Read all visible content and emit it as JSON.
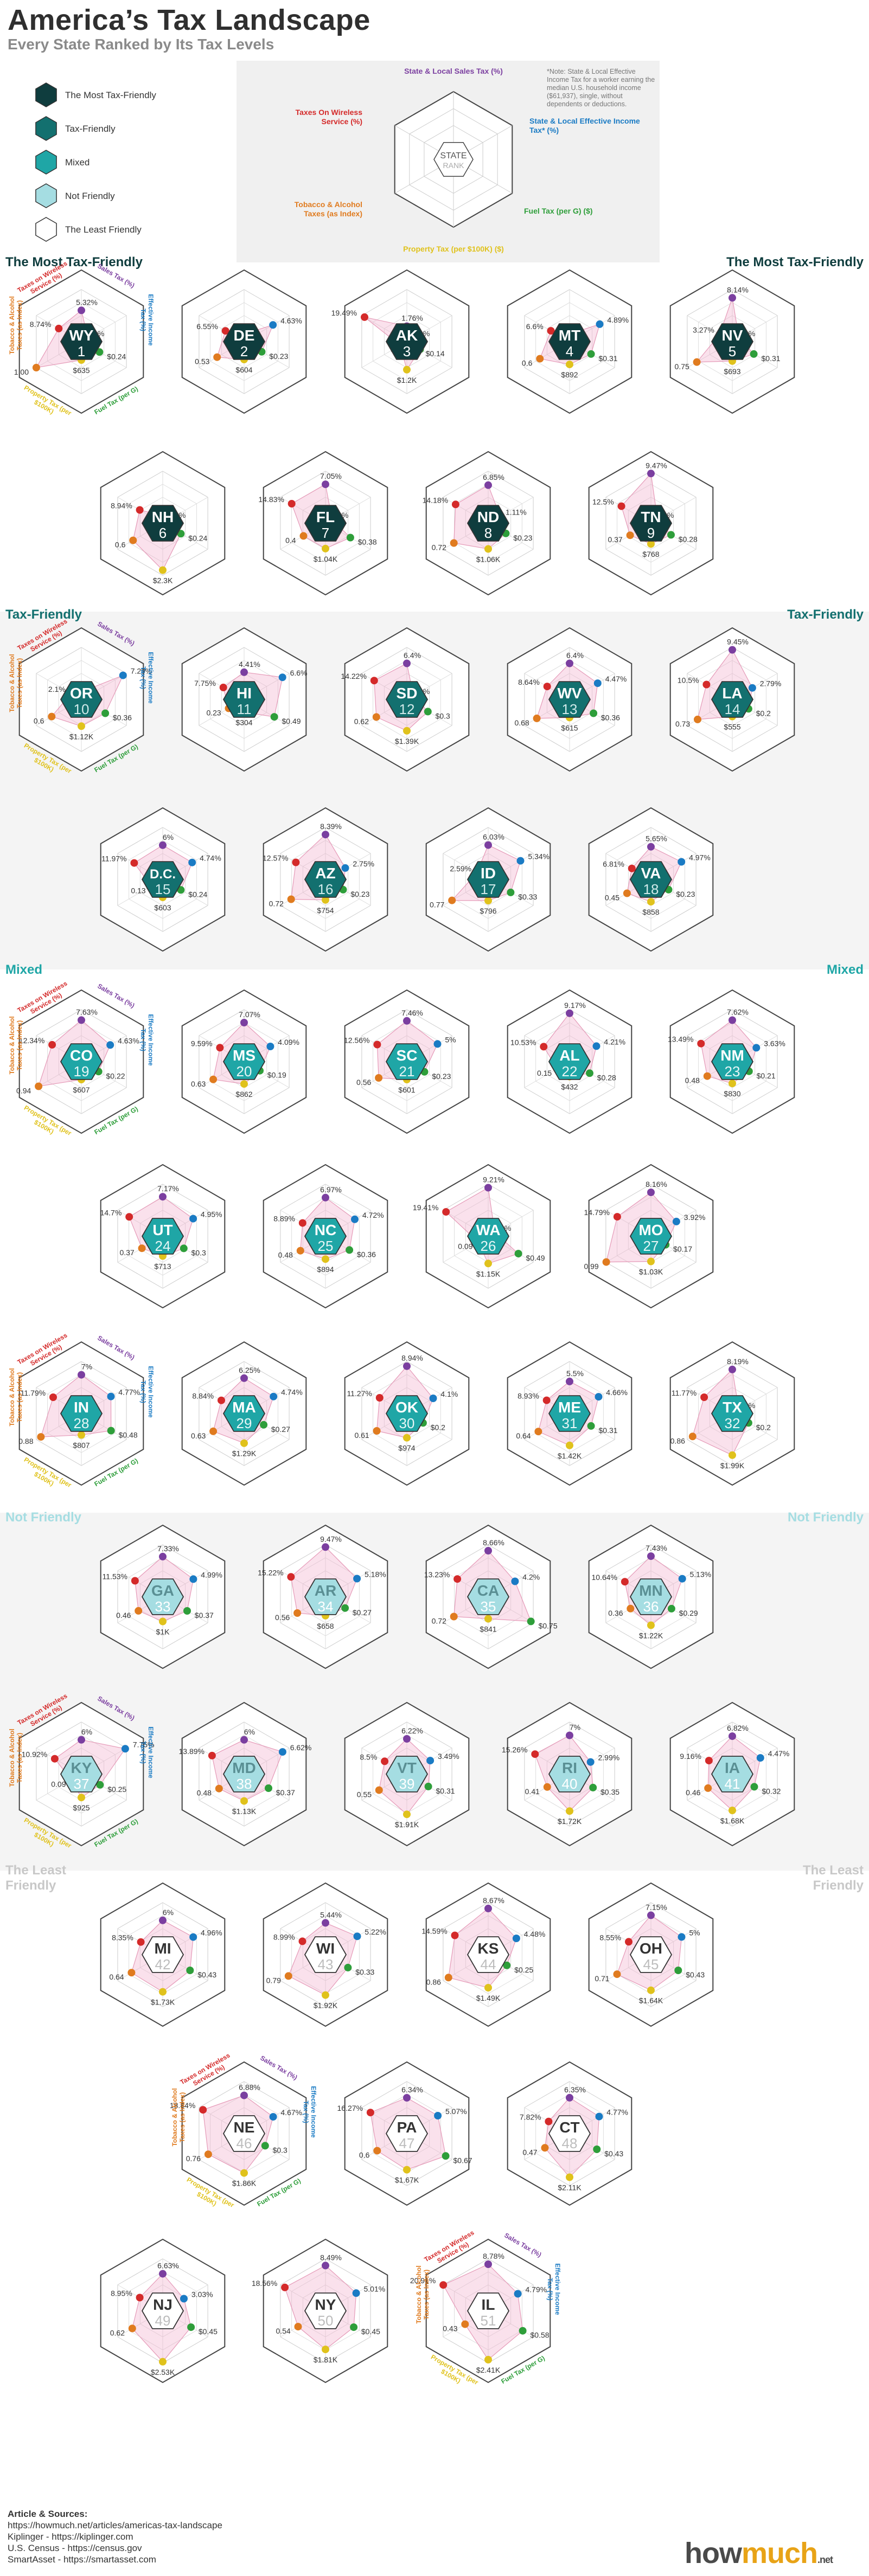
{
  "title": "America’s Tax Landscape",
  "subtitle": "Every State Ranked by Its Tax Levels",
  "legend": [
    {
      "label": "The Most Tax-Friendly",
      "color": "#0f3d3e"
    },
    {
      "label": "Tax-Friendly",
      "color": "#13706f"
    },
    {
      "label": "Mixed",
      "color": "#1fa6a6"
    },
    {
      "label": "Not Friendly",
      "color": "#a5dde2"
    },
    {
      "label": "The Least Friendly",
      "color": "#ffffff"
    }
  ],
  "key": {
    "center_line1": "STATE",
    "center_line2": "RANK",
    "axes": [
      "State & Local Sales Tax (%)",
      "State & Local Effective Income Tax* (%)",
      "Fuel Tax (per G) ($)",
      "Property Tax (per $100K) ($)",
      "Tobacco & Alcohol Taxes (as Index)",
      "Taxes On Wireless Service (%)"
    ],
    "note": "*Note: State & Local Effective Income Tax for a worker earning the median U.S. household income ($61,937), single, without dependents or deductions."
  },
  "axis_colors": [
    "#7b3fa0",
    "#1a7bc4",
    "#2e9e3a",
    "#e0c21c",
    "#e07b1f",
    "#d42a2a"
  ],
  "mini_axes": [
    "Sales Tax (%)",
    "Effective Income Tax (%)",
    "Fuel Tax (per G)",
    "Property Tax (per $100K)",
    "Tobacco & Alcohol Taxes (as Index)",
    "Taxes on Wireless Service (%)"
  ],
  "sections": {
    "most": "The Most Tax-Friendly",
    "tax": "Tax-Friendly",
    "mixed": "Mixed",
    "not": "Not Friendly",
    "least": "The Least Friendly"
  },
  "sources": {
    "heading": "Article & Sources:",
    "lines": [
      "https://howmuch.net/articles/americas-tax-landscape",
      "Kiplinger - https://kiplinger.com",
      "U.S. Census - https://census.gov",
      "SmartAsset - https://smartasset.com"
    ]
  },
  "logo": {
    "text1": "how",
    "text2": "much",
    "net": ".net"
  },
  "chart_data": {
    "type": "radar",
    "axes": [
      "Sales Tax (%)",
      "Effective Income Tax (%)",
      "Fuel Tax (per G)",
      "Property Tax (per $100K)",
      "Tobacco & Alcohol Taxes (as Index)",
      "Taxes on Wireless Service (%)"
    ],
    "states": [
      {
        "abbr": "WY",
        "rank": "1",
        "tier": "most",
        "labels": [
          "5.32%",
          "0%",
          "$0.24",
          "$635",
          "1.00",
          "8.74%"
        ],
        "values": [
          5.32,
          0,
          0.24,
          635,
          1.0,
          8.74
        ]
      },
      {
        "abbr": "DE",
        "rank": "2",
        "tier": "most",
        "labels": [
          "0%",
          "4.63%",
          "$0.23",
          "$604",
          "0.53",
          "6.55%"
        ],
        "values": [
          0,
          4.63,
          0.23,
          604,
          0.53,
          6.55
        ]
      },
      {
        "abbr": "AK",
        "rank": "3",
        "tier": "most",
        "labels": [
          "1.76%",
          "0%",
          "$0.14",
          "$1.2K",
          "0",
          "19.49%"
        ],
        "values": [
          1.76,
          0,
          0.14,
          1200,
          0,
          19.49
        ]
      },
      {
        "abbr": "MT",
        "rank": "4",
        "tier": "most",
        "labels": [
          "0%",
          "4.89%",
          "$0.31",
          "$892",
          "0.6",
          "6.6%"
        ],
        "values": [
          0,
          4.89,
          0.31,
          892,
          0.6,
          6.6
        ]
      },
      {
        "abbr": "NV",
        "rank": "5",
        "tier": "most",
        "labels": [
          "8.14%",
          "0%",
          "$0.31",
          "$693",
          "0.75",
          "3.27%"
        ],
        "values": [
          8.14,
          0,
          0.31,
          693,
          0.75,
          3.27
        ]
      },
      {
        "abbr": "NH",
        "rank": "6",
        "tier": "most",
        "labels": [
          "0%",
          "0%",
          "$0.24",
          "$2.3K",
          "0.6",
          "8.94%"
        ],
        "values": [
          0,
          0,
          0.24,
          2300,
          0.6,
          8.94
        ]
      },
      {
        "abbr": "FL",
        "rank": "7",
        "tier": "most",
        "labels": [
          "7.05%",
          "0%",
          "$0.38",
          "$1.04K",
          "0.4",
          "14.83%"
        ],
        "values": [
          7.05,
          0,
          0.38,
          1040,
          0.4,
          14.83
        ]
      },
      {
        "abbr": "ND",
        "rank": "8",
        "tier": "most",
        "labels": [
          "6.85%",
          "1.11%",
          "$0.23",
          "$1.06K",
          "0.72",
          "14.18%"
        ],
        "values": [
          6.85,
          1.11,
          0.23,
          1060,
          0.72,
          14.18
        ]
      },
      {
        "abbr": "TN",
        "rank": "9",
        "tier": "most",
        "labels": [
          "9.47%",
          "0%",
          "$0.28",
          "$768",
          "0.37",
          "12.5%"
        ],
        "values": [
          9.47,
          0,
          0.28,
          768,
          0.37,
          12.5
        ]
      },
      {
        "abbr": "OR",
        "rank": "10",
        "tier": "tax",
        "labels": [
          "0%",
          "7.29%",
          "$0.36",
          "$1.12K",
          "0.6",
          "2.1%"
        ],
        "values": [
          0,
          7.29,
          0.36,
          1120,
          0.6,
          2.1
        ]
      },
      {
        "abbr": "HI",
        "rank": "11",
        "tier": "tax",
        "labels": [
          "4.41%",
          "6.6%",
          "$0.49",
          "$304",
          "0.23",
          "7.75%"
        ],
        "values": [
          4.41,
          6.6,
          0.49,
          304,
          0.23,
          7.75
        ]
      },
      {
        "abbr": "SD",
        "rank": "12",
        "tier": "tax",
        "labels": [
          "6.4%",
          "0%",
          "$0.3",
          "$1.39K",
          "0.62",
          "14.22%"
        ],
        "values": [
          6.4,
          0,
          0.3,
          1390,
          0.62,
          14.22
        ]
      },
      {
        "abbr": "WV",
        "rank": "13",
        "tier": "tax",
        "labels": [
          "6.4%",
          "4.47%",
          "$0.36",
          "$615",
          "0.68",
          "8.64%"
        ],
        "values": [
          6.4,
          4.47,
          0.36,
          615,
          0.68,
          8.64
        ]
      },
      {
        "abbr": "LA",
        "rank": "14",
        "tier": "tax",
        "labels": [
          "9.45%",
          "2.79%",
          "$0.2",
          "$555",
          "0.73",
          "10.5%"
        ],
        "values": [
          9.45,
          2.79,
          0.2,
          555,
          0.73,
          10.5
        ]
      },
      {
        "abbr": "D.C.",
        "rank": "15",
        "tier": "tax",
        "labels": [
          "6%",
          "4.74%",
          "$0.24",
          "$603",
          "0.13",
          "11.97%"
        ],
        "values": [
          6,
          4.74,
          0.24,
          603,
          0.13,
          11.97
        ]
      },
      {
        "abbr": "AZ",
        "rank": "16",
        "tier": "tax",
        "labels": [
          "8.39%",
          "2.75%",
          "$0.23",
          "$754",
          "0.72",
          "12.57%"
        ],
        "values": [
          8.39,
          2.75,
          0.23,
          754,
          0.72,
          12.57
        ]
      },
      {
        "abbr": "ID",
        "rank": "17",
        "tier": "tax",
        "labels": [
          "6.03%",
          "5.34%",
          "$0.33",
          "$796",
          "0.77",
          "2.59%"
        ],
        "values": [
          6.03,
          5.34,
          0.33,
          796,
          0.77,
          2.59
        ]
      },
      {
        "abbr": "VA",
        "rank": "18",
        "tier": "tax",
        "labels": [
          "5.65%",
          "4.97%",
          "$0.23",
          "$858",
          "0.45",
          "6.81%"
        ],
        "values": [
          5.65,
          4.97,
          0.23,
          858,
          0.45,
          6.81
        ]
      },
      {
        "abbr": "CO",
        "rank": "19",
        "tier": "mixed",
        "labels": [
          "7.63%",
          "4.63%",
          "$0.22",
          "$607",
          "0.94",
          "12.34%"
        ],
        "values": [
          7.63,
          4.63,
          0.22,
          607,
          0.94,
          12.34
        ]
      },
      {
        "abbr": "MS",
        "rank": "20",
        "tier": "mixed",
        "labels": [
          "7.07%",
          "4.09%",
          "$0.19",
          "$862",
          "0.63",
          "9.59%"
        ],
        "values": [
          7.07,
          4.09,
          0.19,
          862,
          0.63,
          9.59
        ]
      },
      {
        "abbr": "SC",
        "rank": "21",
        "tier": "mixed",
        "labels": [
          "7.46%",
          "5%",
          "$0.23",
          "$601",
          "0.56",
          "12.56%"
        ],
        "values": [
          7.46,
          5,
          0.23,
          601,
          0.56,
          12.56
        ]
      },
      {
        "abbr": "AL",
        "rank": "22",
        "tier": "mixed",
        "labels": [
          "9.17%",
          "4.21%",
          "$0.28",
          "$432",
          "0.15",
          "10.53%"
        ],
        "values": [
          9.17,
          4.21,
          0.28,
          432,
          0.15,
          10.53
        ]
      },
      {
        "abbr": "NM",
        "rank": "23",
        "tier": "mixed",
        "labels": [
          "7.62%",
          "3.63%",
          "$0.21",
          "$830",
          "0.48",
          "13.49%"
        ],
        "values": [
          7.62,
          3.63,
          0.21,
          830,
          0.48,
          13.49
        ]
      },
      {
        "abbr": "UT",
        "rank": "24",
        "tier": "mixed",
        "labels": [
          "7.17%",
          "4.95%",
          "$0.3",
          "$713",
          "0.37",
          "14.7%"
        ],
        "values": [
          7.17,
          4.95,
          0.3,
          713,
          0.37,
          14.7
        ]
      },
      {
        "abbr": "NC",
        "rank": "25",
        "tier": "mixed",
        "labels": [
          "6.97%",
          "4.72%",
          "$0.36",
          "$894",
          "0.48",
          "8.89%"
        ],
        "values": [
          6.97,
          4.72,
          0.36,
          894,
          0.48,
          8.89
        ]
      },
      {
        "abbr": "WA",
        "rank": "26",
        "tier": "mixed",
        "labels": [
          "9.21%",
          "0%",
          "$0.49",
          "$1.15K",
          "0.09",
          "19.41%"
        ],
        "values": [
          9.21,
          0,
          0.49,
          1150,
          0.09,
          19.41
        ]
      },
      {
        "abbr": "MO",
        "rank": "27",
        "tier": "mixed",
        "labels": [
          "8.16%",
          "3.92%",
          "$0.17",
          "$1.03K",
          "0.99",
          "14.79%"
        ],
        "values": [
          8.16,
          3.92,
          0.17,
          1030,
          0.99,
          14.79
        ]
      },
      {
        "abbr": "IN",
        "rank": "28",
        "tier": "mixed",
        "labels": [
          "7%",
          "4.77%",
          "$0.48",
          "$807",
          "0.88",
          "11.79%"
        ],
        "values": [
          7,
          4.77,
          0.48,
          807,
          0.88,
          11.79
        ]
      },
      {
        "abbr": "MA",
        "rank": "29",
        "tier": "mixed",
        "labels": [
          "6.25%",
          "4.74%",
          "$0.27",
          "$1.29K",
          "0.63",
          "8.84%"
        ],
        "values": [
          6.25,
          4.74,
          0.27,
          1290,
          0.63,
          8.84
        ]
      },
      {
        "abbr": "OK",
        "rank": "30",
        "tier": "mixed",
        "labels": [
          "8.94%",
          "4.1%",
          "$0.2",
          "$974",
          "0.61",
          "11.27%"
        ],
        "values": [
          8.94,
          4.1,
          0.2,
          974,
          0.61,
          11.27
        ]
      },
      {
        "abbr": "ME",
        "rank": "31",
        "tier": "mixed",
        "labels": [
          "5.5%",
          "4.66%",
          "$0.31",
          "$1.42K",
          "0.64",
          "8.93%"
        ],
        "values": [
          5.5,
          4.66,
          0.31,
          1420,
          0.64,
          8.93
        ]
      },
      {
        "abbr": "TX",
        "rank": "32",
        "tier": "mixed",
        "labels": [
          "8.19%",
          "0%",
          "$0.2",
          "$1.99K",
          "0.86",
          "11.77%"
        ],
        "values": [
          8.19,
          0,
          0.2,
          1990,
          0.86,
          11.77
        ]
      },
      {
        "abbr": "GA",
        "rank": "33",
        "tier": "not",
        "labels": [
          "7.33%",
          "4.99%",
          "$0.37",
          "$1K",
          "0.46",
          "11.53%"
        ],
        "values": [
          7.33,
          4.99,
          0.37,
          1000,
          0.46,
          11.53
        ]
      },
      {
        "abbr": "AR",
        "rank": "34",
        "tier": "not",
        "labels": [
          "9.47%",
          "5.18%",
          "$0.27",
          "$658",
          "0.56",
          "15.22%"
        ],
        "values": [
          9.47,
          5.18,
          0.27,
          658,
          0.56,
          15.22
        ]
      },
      {
        "abbr": "CA",
        "rank": "35",
        "tier": "not",
        "labels": [
          "8.66%",
          "4.2%",
          "$0.75",
          "$841",
          "0.72",
          "13.23%"
        ],
        "values": [
          8.66,
          4.2,
          0.75,
          841,
          0.72,
          13.23
        ]
      },
      {
        "abbr": "MN",
        "rank": "36",
        "tier": "not",
        "labels": [
          "7.43%",
          "5.13%",
          "$0.29",
          "$1.22K",
          "0.36",
          "10.64%"
        ],
        "values": [
          7.43,
          5.13,
          0.29,
          1220,
          0.36,
          10.64
        ]
      },
      {
        "abbr": "KY",
        "rank": "37",
        "tier": "not",
        "labels": [
          "6%",
          "7.75%",
          "$0.25",
          "$925",
          "0.09",
          "10.92%"
        ],
        "values": [
          6,
          7.75,
          0.25,
          925,
          0.09,
          10.92
        ]
      },
      {
        "abbr": "MD",
        "rank": "38",
        "tier": "not",
        "labels": [
          "6%",
          "6.62%",
          "$0.37",
          "$1.13K",
          "0.48",
          "13.89%"
        ],
        "values": [
          6,
          6.62,
          0.37,
          1130,
          0.48,
          13.89
        ]
      },
      {
        "abbr": "VT",
        "rank": "39",
        "tier": "not",
        "labels": [
          "6.22%",
          "3.49%",
          "$0.31",
          "$1.91K",
          "0.55",
          "8.5%"
        ],
        "values": [
          6.22,
          3.49,
          0.31,
          1910,
          0.55,
          8.5
        ]
      },
      {
        "abbr": "RI",
        "rank": "40",
        "tier": "not",
        "labels": [
          "7%",
          "2.99%",
          "$0.35",
          "$1.72K",
          "0.41",
          "15.26%"
        ],
        "values": [
          7,
          2.99,
          0.35,
          1720,
          0.41,
          15.26
        ]
      },
      {
        "abbr": "IA",
        "rank": "41",
        "tier": "not",
        "labels": [
          "6.82%",
          "4.47%",
          "$0.32",
          "$1.68K",
          "0.46",
          "9.16%"
        ],
        "values": [
          6.82,
          4.47,
          0.32,
          1680,
          0.46,
          9.16
        ]
      },
      {
        "abbr": "MI",
        "rank": "42",
        "tier": "least",
        "labels": [
          "6%",
          "4.96%",
          "$0.43",
          "$1.73K",
          "0.64",
          "8.35%"
        ],
        "values": [
          6,
          4.96,
          0.43,
          1730,
          0.64,
          8.35
        ]
      },
      {
        "abbr": "WI",
        "rank": "43",
        "tier": "least",
        "labels": [
          "5.44%",
          "5.22%",
          "$0.33",
          "$1.92K",
          "0.79",
          "8.99%"
        ],
        "values": [
          5.44,
          5.22,
          0.33,
          1920,
          0.79,
          8.99
        ]
      },
      {
        "abbr": "KS",
        "rank": "44",
        "tier": "least",
        "labels": [
          "8.67%",
          "4.48%",
          "$0.25",
          "$1.49K",
          "0.86",
          "14.59%"
        ],
        "values": [
          8.67,
          4.48,
          0.25,
          1490,
          0.86,
          14.59
        ]
      },
      {
        "abbr": "OH",
        "rank": "45",
        "tier": "least",
        "labels": [
          "7.15%",
          "5%",
          "$0.43",
          "$1.64K",
          "0.71",
          "8.55%"
        ],
        "values": [
          7.15,
          5,
          0.43,
          1640,
          0.71,
          8.55
        ]
      },
      {
        "abbr": "NE",
        "rank": "46",
        "tier": "least",
        "labels": [
          "6.88%",
          "4.67%",
          "$0.3",
          "$1.86K",
          "0.76",
          "18.84%"
        ],
        "values": [
          6.88,
          4.67,
          0.3,
          1860,
          0.76,
          18.84
        ]
      },
      {
        "abbr": "PA",
        "rank": "47",
        "tier": "least",
        "labels": [
          "6.34%",
          "5.07%",
          "$0.67",
          "$1.67K",
          "0.6",
          "16.27%"
        ],
        "values": [
          6.34,
          5.07,
          0.67,
          1670,
          0.6,
          16.27
        ]
      },
      {
        "abbr": "CT",
        "rank": "48",
        "tier": "least",
        "labels": [
          "6.35%",
          "4.77%",
          "$0.43",
          "$2.11K",
          "0.47",
          "7.82%"
        ],
        "values": [
          6.35,
          4.77,
          0.43,
          2110,
          0.47,
          7.82
        ]
      },
      {
        "abbr": "NJ",
        "rank": "49",
        "tier": "least",
        "labels": [
          "6.63%",
          "3.03%",
          "$0.45",
          "$2.53K",
          "0.62",
          "8.95%"
        ],
        "values": [
          6.63,
          3.03,
          0.45,
          2530,
          0.62,
          8.95
        ]
      },
      {
        "abbr": "NY",
        "rank": "50",
        "tier": "least",
        "labels": [
          "8.49%",
          "5.01%",
          "$0.45",
          "$1.81K",
          "0.54",
          "18.56%"
        ],
        "values": [
          8.49,
          5.01,
          0.45,
          1810,
          0.54,
          18.56
        ]
      },
      {
        "abbr": "IL",
        "rank": "51",
        "tier": "least",
        "labels": [
          "8.78%",
          "4.79%",
          "$0.58",
          "$2.41K",
          "0.43",
          "20.91%"
        ],
        "values": [
          8.78,
          4.79,
          0.58,
          2410,
          0.43,
          20.91
        ]
      }
    ]
  }
}
